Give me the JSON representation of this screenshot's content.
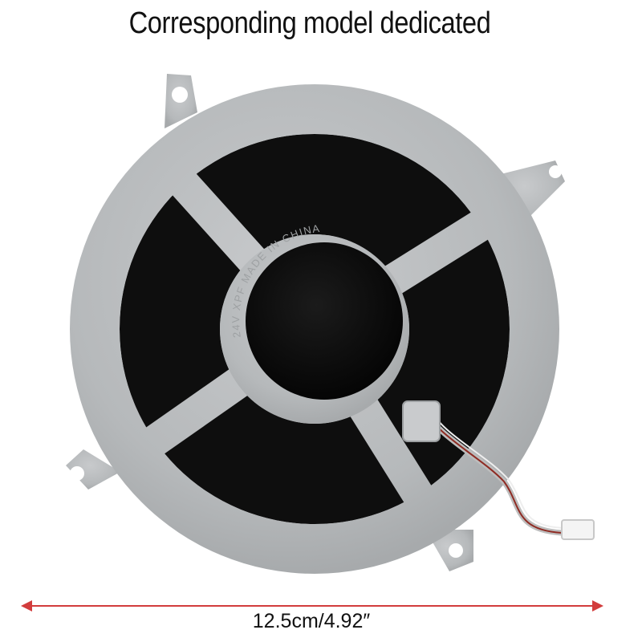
{
  "headline": "Corresponding model dedicated",
  "fan_label_text": "24V XPF MADE IN CHINA",
  "dimension_label": "12.5cm/4.92″",
  "colors": {
    "fan_frame": "#b9bcbe",
    "fan_blades": "#111111",
    "dimension_arrow": "#d23c3c",
    "wire_red": "#c0392b",
    "wire_white": "#e8e8e8"
  }
}
